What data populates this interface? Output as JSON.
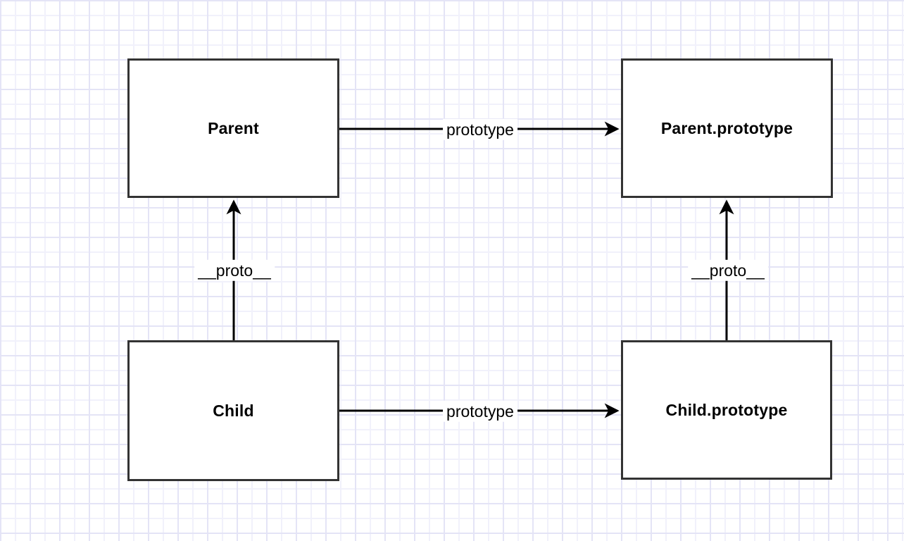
{
  "diagram": {
    "nodes": [
      {
        "id": "parent",
        "label": "Parent"
      },
      {
        "id": "parent-prototype",
        "label": "Parent.prototype"
      },
      {
        "id": "child",
        "label": "Child"
      },
      {
        "id": "child-prototype",
        "label": "Child.prototype"
      }
    ],
    "edges": [
      {
        "from": "Parent",
        "to": "Parent.prototype",
        "label": "prototype",
        "direction": "right"
      },
      {
        "from": "Child",
        "to": "Child.prototype",
        "label": "prototype",
        "direction": "right"
      },
      {
        "from": "Child",
        "to": "Parent",
        "label": "__proto__",
        "direction": "up"
      },
      {
        "from": "Child.prototype",
        "to": "Parent.prototype",
        "label": "__proto__",
        "direction": "up"
      }
    ],
    "colors": {
      "background": "#ffffff",
      "grid_minor": "#f1f1fb",
      "grid_major": "#e4e4f6",
      "node_fill": "#ffffff",
      "node_border": "#333333",
      "edge_stroke": "#000000",
      "text": "#000000"
    }
  }
}
